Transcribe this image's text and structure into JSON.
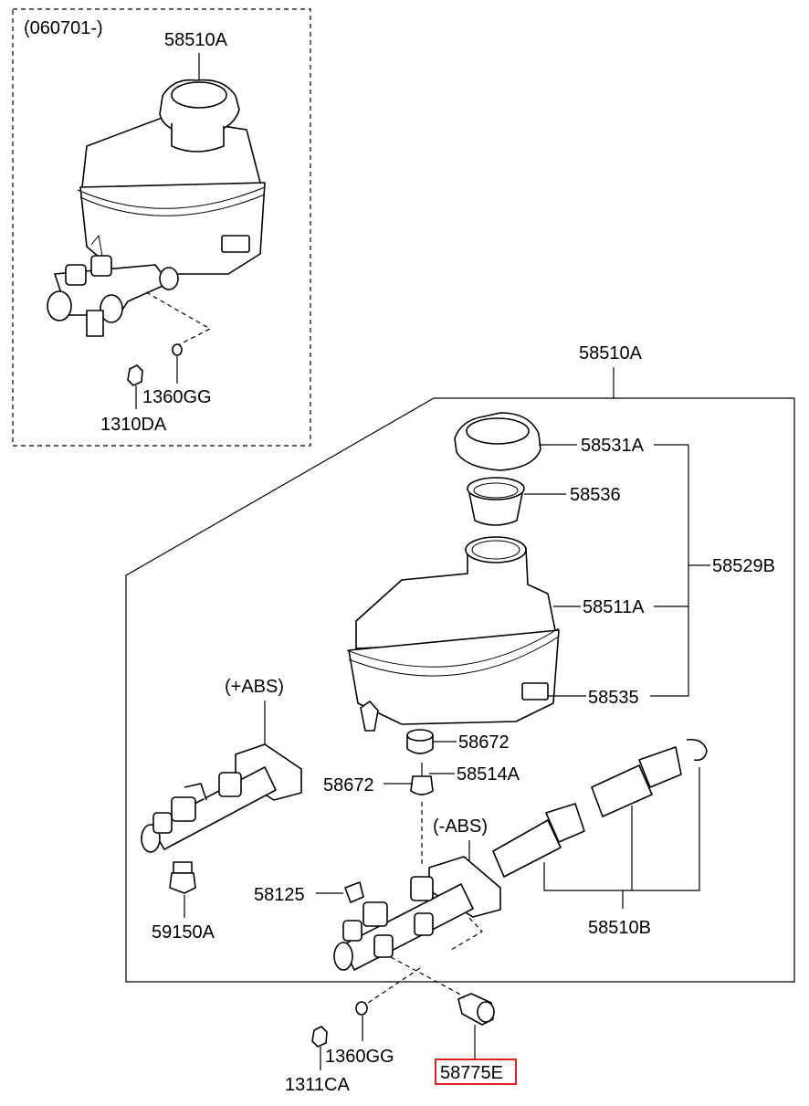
{
  "inset": {
    "period": "(060701-)",
    "labels": {
      "reservoir_assy": "58510A",
      "washer": "1360GG",
      "nut": "1310DA"
    }
  },
  "main": {
    "labels": {
      "master_cylinder_assy": "58510A",
      "cap": "58531A",
      "strainer": "58536",
      "reservoir_kit": "58529B",
      "reservoir": "58511A",
      "connector": "58535",
      "grommet": "58672",
      "grommet_left": "58672",
      "pin": "58514A",
      "abs_plus": "(+ABS)",
      "abs_minus": "(-ABS)",
      "plug": "58125",
      "piston_kit": "58510B",
      "valve": "59150A",
      "washer": "1360GG",
      "nut": "1311CA",
      "sensor": "58775E"
    },
    "highlight_color": "#e02020"
  }
}
